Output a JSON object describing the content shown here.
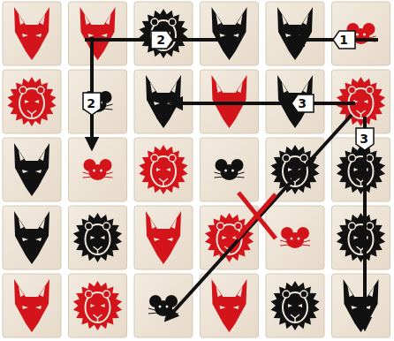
{
  "diagram": {
    "labels": [
      "2",
      "1",
      "2",
      "3",
      "3"
    ]
  }
}
